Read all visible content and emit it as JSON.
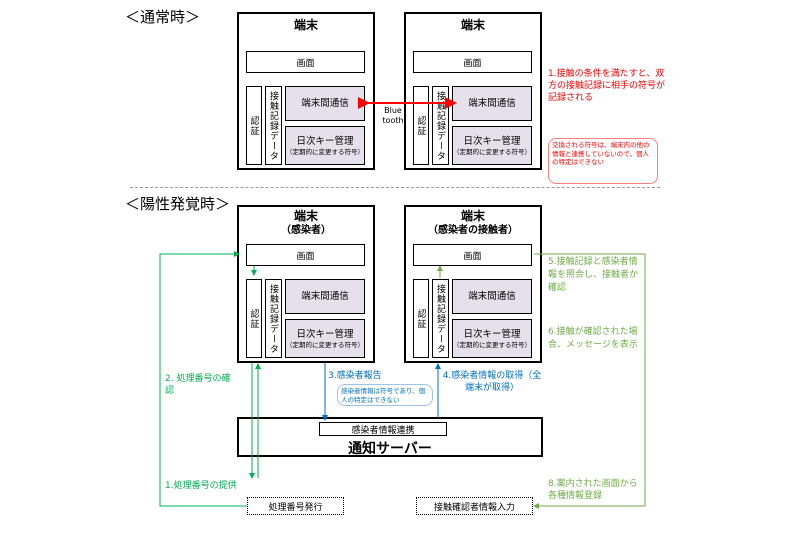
{
  "normal": {
    "heading": "＜通常時＞",
    "device_left": {
      "title": "端末",
      "screen": "画面",
      "auth": "認証",
      "record": "接触記録データ",
      "comm": "端末間通信",
      "key": "日次キー管理",
      "key_sub": "（定期的に変更する符号）"
    },
    "device_right": {
      "title": "端末",
      "screen": "画面",
      "auth": "認証",
      "record": "接触記録データ",
      "comm": "端末間通信",
      "key": "日次キー管理",
      "key_sub": "（定期的に変更する符号）"
    },
    "bluetooth": "Blue tooth",
    "note1": "1.接触の条件を満たすと、双方の接触記録に相手の符号が記録される",
    "callout": "交換される符号は、端末内の他の情報と連携していないので、個人の特定はできない"
  },
  "positive": {
    "heading": "＜陽性発覚時＞",
    "device_infected": {
      "title": "端末",
      "subtitle": "（感染者）",
      "screen": "画面",
      "auth": "認証",
      "record": "接触記録データ",
      "comm": "端末間通信",
      "key": "日次キー管理",
      "key_sub": "（定期的に変更する符号）"
    },
    "device_contact": {
      "title": "端末",
      "subtitle": "（感染者の接触者）",
      "screen": "画面",
      "auth": "認証",
      "record": "接触記録データ",
      "comm": "端末間通信",
      "key": "日次キー管理",
      "key_sub": "（定期的に変更する符号）"
    },
    "server": {
      "title": "通知サーバー",
      "link": "感染者情報連携"
    },
    "processing_issue": "処理番号発行",
    "contact_input": "接触確認者情報入力",
    "step1": "1.処理番号の提供",
    "step2": "2. 処理番号の確認",
    "step3": "3.感染者報告",
    "step3_callout": "感染者情報は符号であり、個人の特定はできない",
    "step4": "4.感染者情報の取得（全端末が取得）",
    "step5": "5.接触記録と感染者情報を照合し、接触者か確認",
    "step6": "6.接触が確認された場合、メッセージを表示",
    "step8": "8.案内された画面から各種情報登録"
  },
  "colors": {
    "red": "#ff0000",
    "green": "#00b050",
    "blue": "#0070c0",
    "light_green": "#70ad47",
    "purple_fill": "#e6e0ec"
  }
}
